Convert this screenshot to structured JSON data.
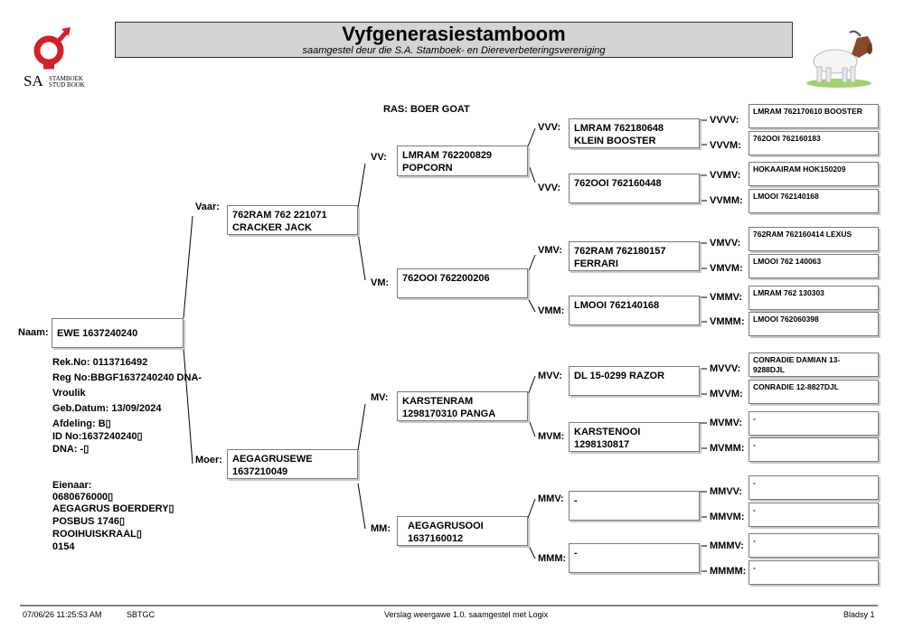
{
  "header": {
    "title": "Vyfgenerasiestamboom",
    "subtitle": "saamgestel deur die S.A. Stamboek- en Diereverbeteringsvereniging",
    "logo": {
      "letters": "SA",
      "line1": "STAMBOEK",
      "line2": "STUD BOOK",
      "color": "#d42027"
    },
    "breed_label": "RAS: BOER GOAT"
  },
  "animal": {
    "naam_label": "Naam:",
    "name": "EWE 1637240240",
    "details": [
      "Rek.No: 0113716492",
      "Reg No:BBGF1637240240 DNA-",
      "Vroulik",
      "Geb.Datum: 13/09/2024",
      "Afdeling: B▯",
      "ID No:1637240240▯",
      "DNA: -▯"
    ],
    "owner": [
      "Eienaar:",
      "0680676000▯",
      "AEGAGRUS BOERDERY▯",
      "POSBUS 1746▯",
      "ROOIHUISKRAAL▯",
      "0154"
    ]
  },
  "gen1": {
    "vaar": {
      "label": "Vaar:",
      "text": "762RAM 762 221071\nCRACKER JACK"
    },
    "moer": {
      "label": "Moer:",
      "text": "AEGAGRUSEWE\n1637210049"
    }
  },
  "gen2": {
    "vv": {
      "label": "VV:",
      "text": "LMRAM 762200829\nPOPCORN"
    },
    "vm": {
      "label": "VM:",
      "text": "762OOI 762200206"
    },
    "mv": {
      "label": "MV:",
      "text": "KARSTENRAM\n1298170310 PANGA"
    },
    "mm": {
      "label": "MM:",
      "text": "AEGAGRUSOOI\n1637160012"
    }
  },
  "gen3": {
    "vvv1": {
      "label": "VVV:",
      "text": "LMRAM 762180648\nKLEIN BOOSTER"
    },
    "vvv2": {
      "label": "VVV:",
      "text": "762OOI 762160448"
    },
    "vmv": {
      "label": "VMV:",
      "text": "762RAM 762180157\nFERRARI"
    },
    "vmm": {
      "label": "VMM:",
      "text": "LMOOI 762140168"
    },
    "mvv": {
      "label": "MVV:",
      "text": "DL 15-0299 RAZOR"
    },
    "mvm": {
      "label": "MVM:",
      "text": "KARSTENOOI\n1298130817"
    },
    "mmv": {
      "label": "MMV:",
      "text": "-"
    },
    "mmm": {
      "label": "MMM:",
      "text": "-"
    }
  },
  "gen4": {
    "vvvv": {
      "label": "VVVV:",
      "text": "LMRAM 762170610 BOOSTER"
    },
    "vvvm": {
      "label": "VVVM:",
      "text": "762OOI 762160183"
    },
    "vvmv": {
      "label": "VVMV:",
      "text": "HOKAAIRAM HOK150209"
    },
    "vvmm": {
      "label": "VVMM:",
      "text": "LMOOI 762140168"
    },
    "vmvv": {
      "label": "VMVV:",
      "text": "762RAM 762160414 LEXUS"
    },
    "vmvm": {
      "label": "VMVM:",
      "text": "LMOOI 762 140063"
    },
    "vmmv": {
      "label": "VMMV:",
      "text": "LMRAM 762 130303"
    },
    "vmmm": {
      "label": "VMMM:",
      "text": "LMOOI 762060398"
    },
    "mvvv": {
      "label": "MVVV:",
      "text": "CONRADIE DAMIAN 13-\n9288DJL"
    },
    "mvvm": {
      "label": "MVVM:",
      "text": "CONRADIE 12-8827DJL"
    },
    "mvmv": {
      "label": "MVMV:",
      "text": "-"
    },
    "mvmm": {
      "label": "MVMM:",
      "text": "-"
    },
    "mmvv": {
      "label": "MMVV:",
      "text": "-"
    },
    "mmvm": {
      "label": "MMVM:",
      "text": "-"
    },
    "mmmv": {
      "label": "MMMV:",
      "text": "-"
    },
    "mmmm": {
      "label": "MMMM:",
      "text": "-"
    }
  },
  "footer": {
    "timestamp": "07/06/26 11:25:53 AM",
    "code": "SBTGC",
    "version": "Verslag weergawe 1.0. saamgestel met Logix",
    "page": "Bladsy 1"
  }
}
